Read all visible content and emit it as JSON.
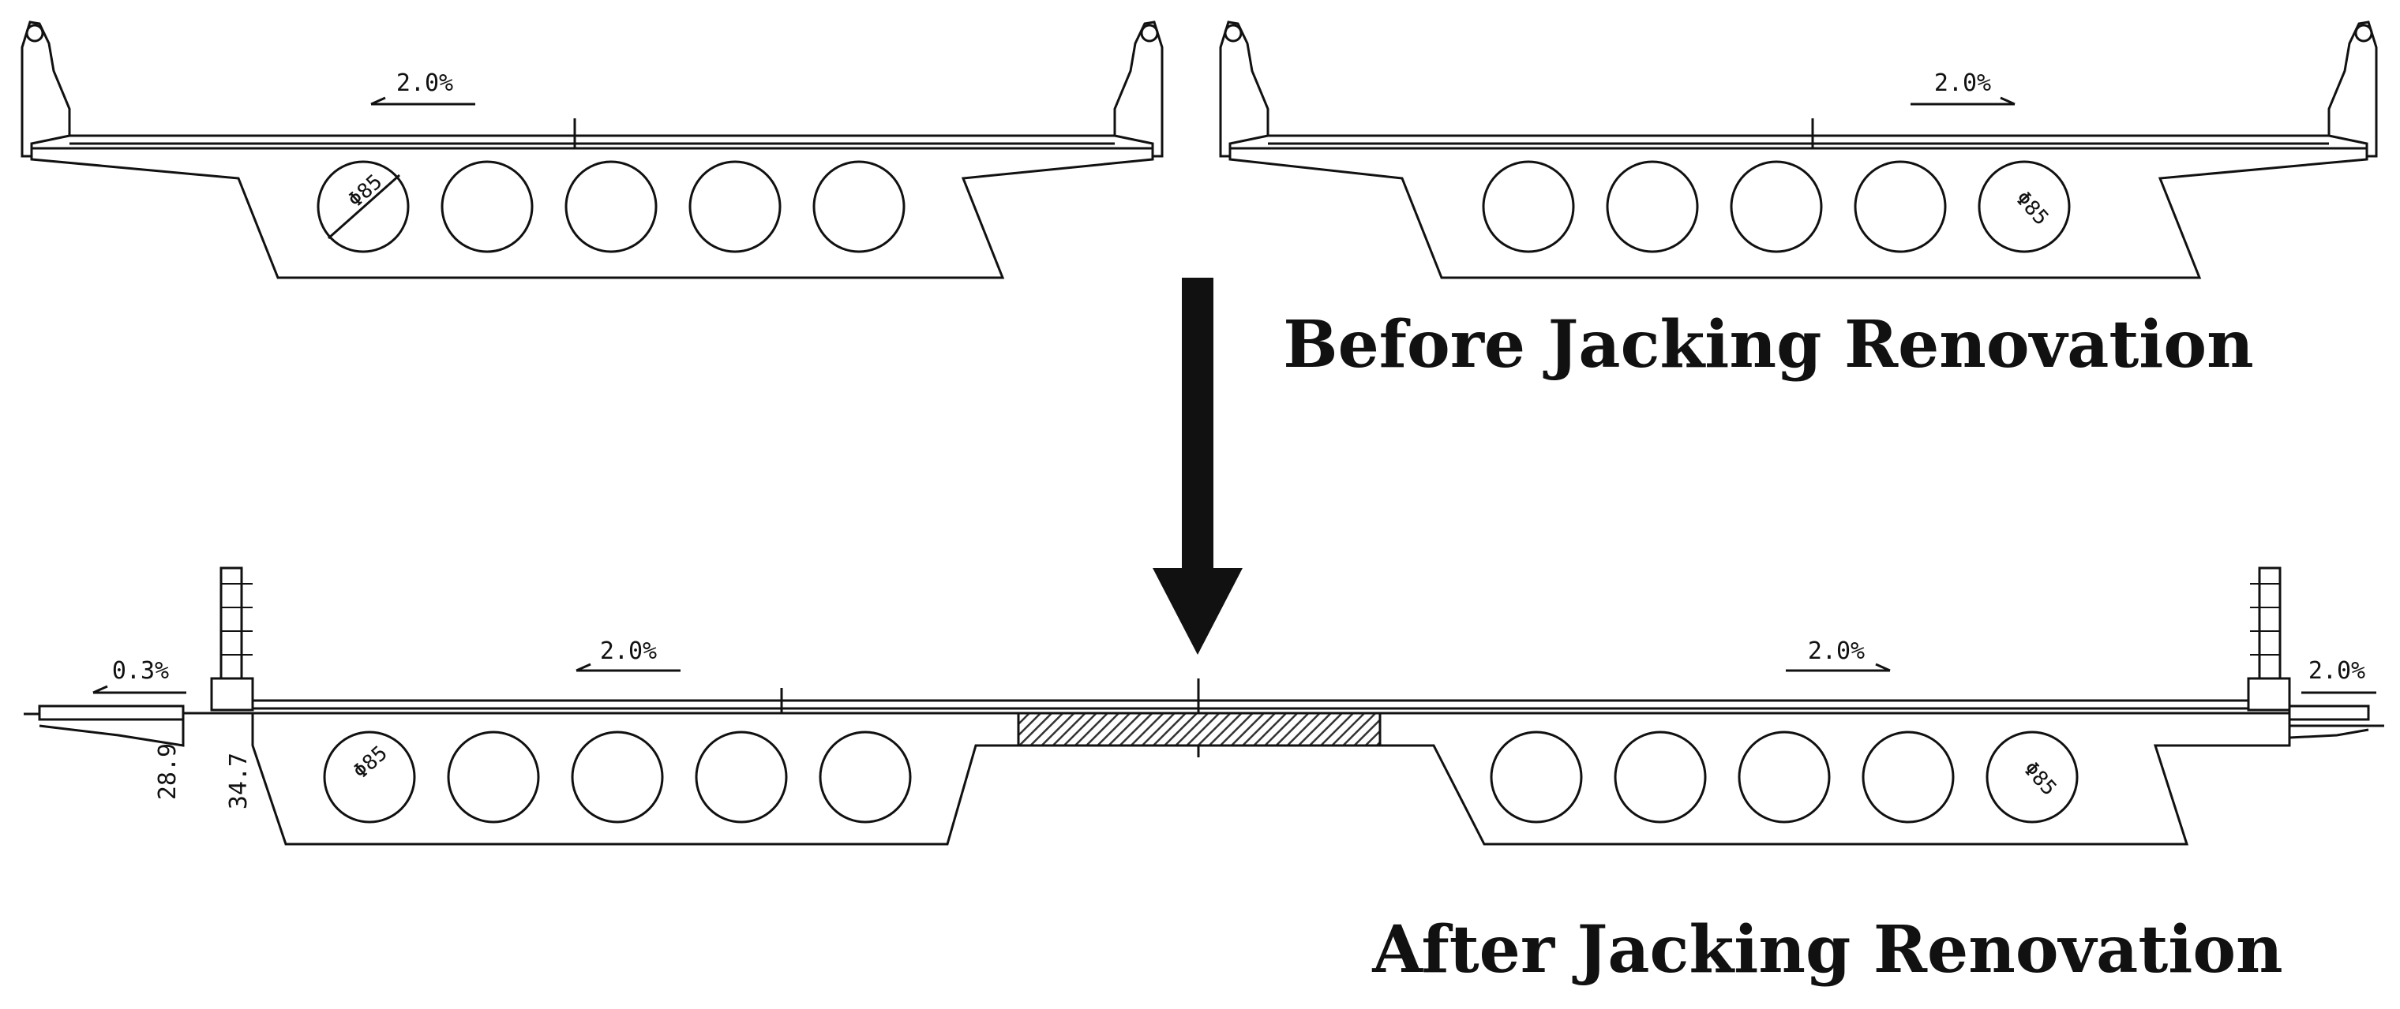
{
  "captions": {
    "before": "Before Jacking Renovation",
    "after": "After Jacking Renovation"
  },
  "before": {
    "left_deck": {
      "slope": "2.0%",
      "void_label": "Φ85"
    },
    "right_deck": {
      "slope": "2.0%",
      "void_label": "Φ85"
    }
  },
  "after": {
    "left_deck": {
      "slope": "2.0%",
      "void_label": "Φ85"
    },
    "right_deck": {
      "slope": "2.0%",
      "void_label": "Φ85"
    },
    "left_cantilever_slope": "0.3%",
    "right_cantilever_slope": "2.0%",
    "dim_inner": "28.9",
    "dim_outer": "34.7"
  },
  "colors": {
    "line": "#111111",
    "background": "#ffffff",
    "hatch": "#333333"
  }
}
